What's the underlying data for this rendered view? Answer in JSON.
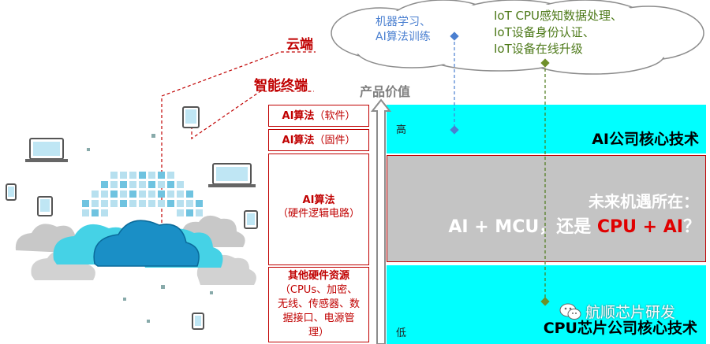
{
  "labels": {
    "cloud_end": "云端",
    "smart_terminal": "智能终端",
    "product_value": "产品价值",
    "high": "高",
    "low": "低"
  },
  "bands": {
    "ai_core": "AI公司核心技术",
    "cpu_core": "CPU芯片公司核心技术"
  },
  "future": {
    "line1": "未来机遇所在：",
    "part1": "AI + MCU，还是 ",
    "part2": "CPU + AI",
    "part3": "？"
  },
  "algo_boxes": {
    "software": {
      "title": "AI算法",
      "sub": "（软件）"
    },
    "firmware": {
      "title": "AI算法",
      "sub": "（固件）"
    },
    "hardware": {
      "title": "AI算法",
      "sub": "（硬件逻辑电路）"
    },
    "other": {
      "title": "其他硬件资源",
      "line1": "（CPUs、加密、",
      "line2": "无线、传感器、数",
      "line3": "据接口、电源管",
      "line4": "理）"
    }
  },
  "thought_cloud": {
    "blue_line1": "机器学习、",
    "blue_line2": "AI算法训练",
    "green_line1": "IoT CPU感知数据处理、",
    "green_line2": "IoT设备身份认证、",
    "green_line3": "IoT设备在线升级"
  },
  "watermark": "航顺芯片研发",
  "colors": {
    "cyan": "#00ffff",
    "red": "#c00000",
    "gray": "#c4c4c4",
    "blue": "#4a7fd0",
    "green": "#4e7a1a"
  }
}
